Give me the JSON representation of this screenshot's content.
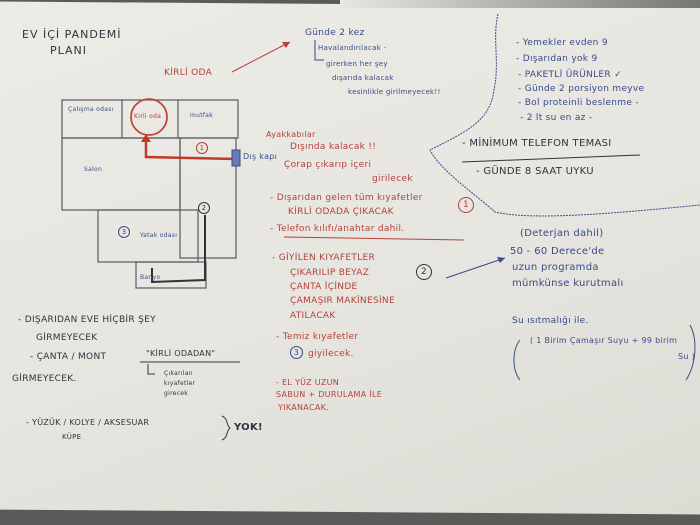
{
  "title": [
    "EV İÇİ PANDEMİ",
    "PLANI"
  ],
  "dirty_room_label": "KİRLİ ODA",
  "ventilation_note": [
    "Günde 2 kez",
    "Havalandırılacak -",
    "girerken her şey",
    "dışarıda kalacak",
    "kesinlikle girilmeyecek!!"
  ],
  "floor_plan": {
    "rooms": [
      "Çalışma odası",
      "Kirli oda",
      "mutfak",
      "Salon",
      "Banyo",
      "Yatak odası"
    ],
    "door": "Dış kapı",
    "markers": [
      "1",
      "2",
      "3"
    ]
  },
  "health_list": [
    "- Yemekler evden 9",
    "- Dışarıdan yok 9",
    "- PAKETLİ ÜRÜNLER ✓",
    "- Günde 2 porsiyon meyve",
    "- Bol proteinli beslenme -",
    "- 2 lt su en az -"
  ],
  "phone_note": "- MİNİMUM TELEFON TEMASI",
  "sleep_note": "- GÜNDE 8 SAAT UYKU",
  "shoes_note": [
    "Ayakkabılar",
    "Dışında kalacak !!",
    "Çorap çıkarıp içeri",
    "girilecek"
  ],
  "step1": {
    "marker": "1",
    "lines": [
      "- Dışarıdan gelen tüm kıyafetler",
      "KİRLİ ODADA ÇIKACAK",
      "- Telefon kılıfı/anahtar dahil."
    ]
  },
  "step2": {
    "marker": "2",
    "lines": [
      "- GİYİLEN KIYAFETLER",
      "ÇIKARILIP BEYAZ",
      "ÇANTA İÇİNDE",
      "ÇAMAŞIR MAKİNESİNE",
      "ATILACAK"
    ]
  },
  "step3": {
    "marker": "3",
    "lines": [
      "- Temiz kıyafetler",
      "giyilecek."
    ]
  },
  "wash_note": [
    "- EL YÜZ UZUN",
    "SABUN + DURULAMA İLE",
    "YIKANACAK."
  ],
  "laundry_note": [
    "(Deterjan dahil)",
    "50 - 60 Derece'de",
    "uzun programda",
    "mümkünse kurutmalı"
  ],
  "bleach_note": [
    "Su ısıtmalığı ile.",
    "( 1 Birim Çamaşır Suyu + 99 birim",
    "Su )"
  ],
  "rules_left": {
    "line1": [
      "- DIŞARIDAN EVE HİÇBİR ŞEY",
      "GİRMEYECEK"
    ],
    "line2": [
      "- ÇANTA / MONT",
      "\"KİRLİ ODADAN\"",
      "GİRMEYECEK."
    ],
    "line2_sub": [
      "Çıkarılan",
      "kıyafetler",
      "girecek"
    ],
    "line3": [
      "- YÜZÜK / KOLYE / AKSESUAR",
      "KÜPE",
      "YOK!"
    ]
  },
  "colors": {
    "blue_ink": "#3a4a8a",
    "red_ink": "#b5413a",
    "paper": "#e9e8e3"
  }
}
